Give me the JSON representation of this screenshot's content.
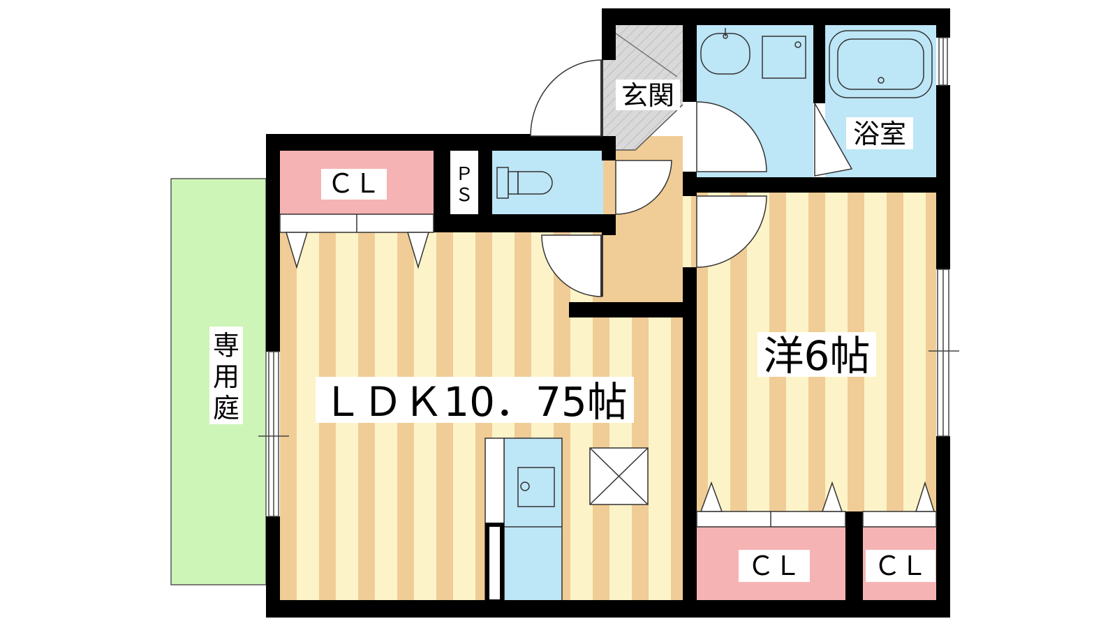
{
  "plan": {
    "rooms": {
      "ldk": "ＬＤＫ10．75帖",
      "western": "洋6帖",
      "entrance": "玄関",
      "bath": "浴室",
      "ps": [
        "Ｐ",
        "Ｓ"
      ],
      "cl_ldk": "ＣＬ",
      "cl_western_1": "ＣＬ",
      "cl_western_2": "ＣＬ",
      "garden": [
        "専",
        "用",
        "庭"
      ]
    },
    "colors": {
      "wall": "#000000",
      "floor_stripe": "#f0cd96",
      "floor_light": "#fdf3c8",
      "closet": "#f6b3b3",
      "wet_area": "#bde6f7",
      "garden": "#cef5b8",
      "entrance_floor": "#f0cd96",
      "entrance_tile": "#d9d9d9"
    }
  }
}
